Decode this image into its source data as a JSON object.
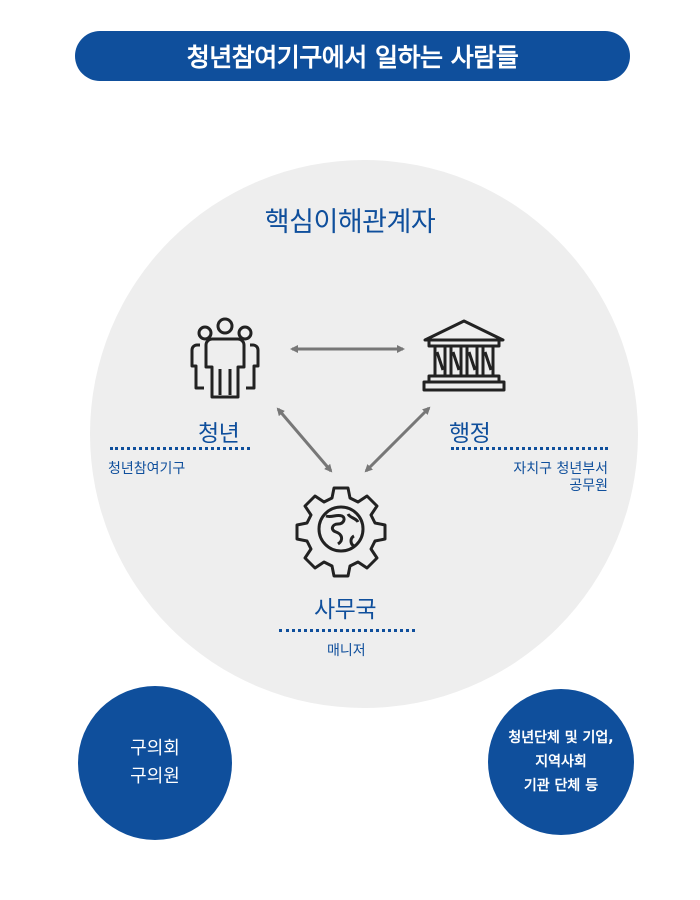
{
  "header": {
    "title": "청년참여기구에서 일하는 사람들"
  },
  "diagram": {
    "title": "핵심이해관계자",
    "nodes": {
      "youth": {
        "label": "청년",
        "sub": "청년참여기구",
        "icon": "people-group-icon"
      },
      "admin": {
        "label": "행정",
        "sub_line1": "자치구 청년부서",
        "sub_line2": "공무원",
        "icon": "government-building-icon"
      },
      "office": {
        "label": "사무국",
        "sub": "매니저",
        "icon": "gear-globe-icon"
      }
    }
  },
  "bottom": {
    "left": {
      "line1": "구의회",
      "line2": "구의원"
    },
    "right": {
      "line1": "청년단체 및 기업,",
      "line2": "지역사회",
      "line3": "기관 단체 등"
    }
  },
  "colors": {
    "primary": "#0f4f9c",
    "circle_bg": "#eeeeee",
    "arrow": "#777777",
    "icon": "#222222"
  }
}
